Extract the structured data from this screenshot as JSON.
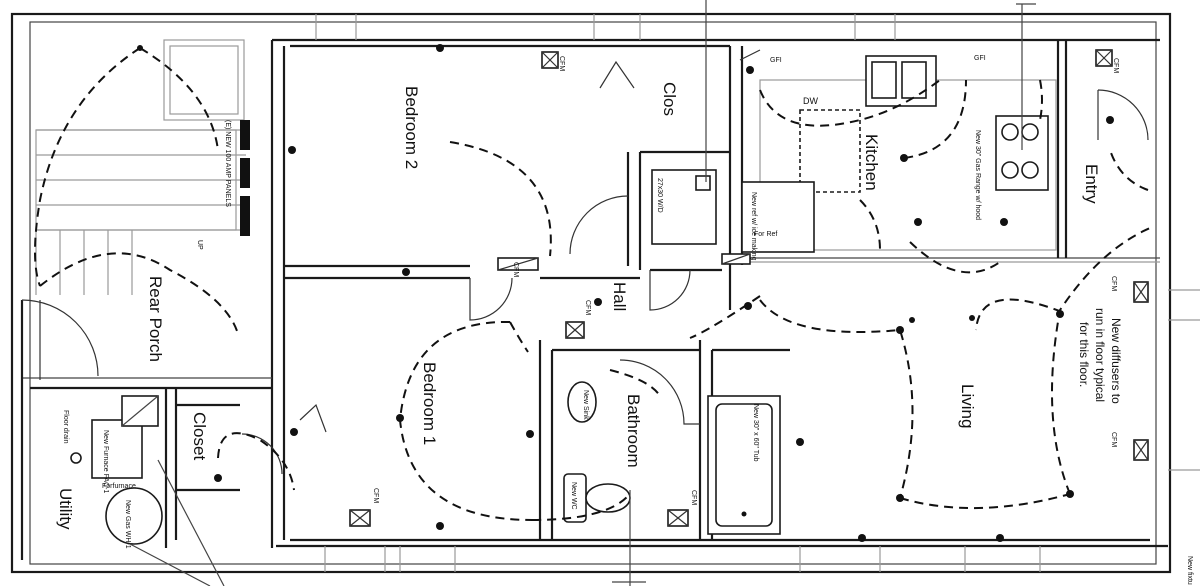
{
  "rooms": {
    "bedroom2": "Bedroom 2",
    "bedroom1": "Bedroom 1",
    "clos": "Clos",
    "kitchen": "Kitchen",
    "entry": "Entry",
    "hall": "Hall",
    "bathroom": "Bathroom",
    "living": "Living",
    "rear_porch": "Rear Porch",
    "closet": "Closet",
    "utility": "Utility"
  },
  "labels": {
    "panel": "(E) NEW 100 AMP PANELS",
    "up": "UP",
    "for_ref": "For Ref",
    "new_ref": "New ref w/ ice making",
    "gas_range": "New 30\" Gas Range w/ hood",
    "dw": "DW",
    "gfi": "GFI",
    "wd": "27x30 W/D",
    "furnace_label": "Forfurnace",
    "furnace": "New Furnace FAC-1",
    "water_heater": "New Gas WH-1",
    "tub": "New 30\" x 60\" Tub",
    "toilet": "New WC",
    "sink": "New Sink",
    "floor_drain": "Floor drain",
    "cfm": "CFM",
    "diffusers_note_1": "New diffusers to",
    "diffusers_note_2": "run in floor typical",
    "diffusers_note_3": "for this floor.",
    "edge_note": "New fixtu"
  }
}
